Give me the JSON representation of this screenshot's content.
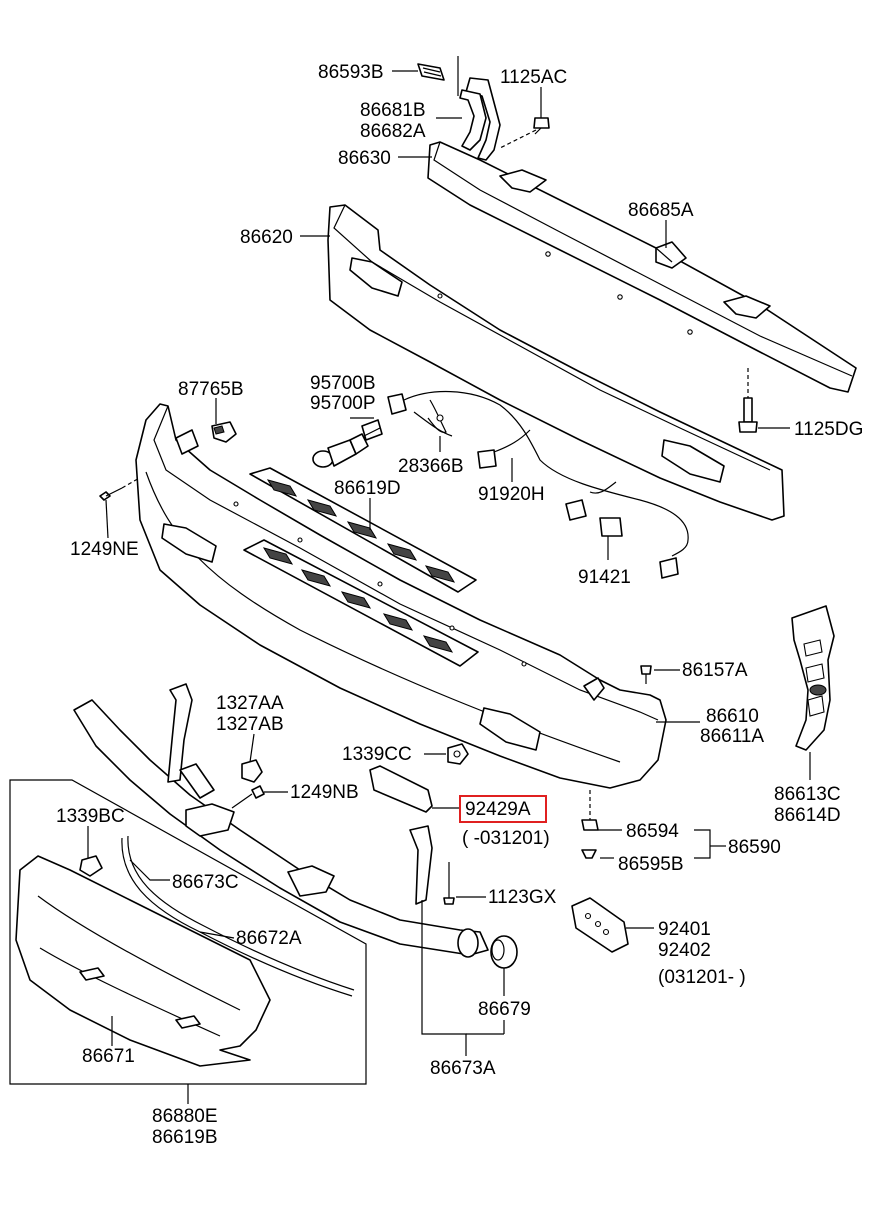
{
  "colors": {
    "highlight": "#e02020",
    "line": "#000000",
    "background": "#ffffff"
  },
  "labels": {
    "p86593B": "86593B",
    "p1125AC": "1125AC",
    "p86681B": "86681B",
    "p86682A": "86682A",
    "p86630": "86630",
    "p86685A": "86685A",
    "p86620": "86620",
    "p95700B": "95700B",
    "p95700P": "95700P",
    "p87765B": "87765B",
    "p1125DG": "1125DG",
    "p28366B": "28366B",
    "p86619D": "86619D",
    "p91920H": "91920H",
    "p1249NE": "1249NE",
    "p91421": "91421",
    "p86157A": "86157A",
    "p1327AA": "1327AA",
    "p1327AB": "1327AB",
    "p86610": "86610",
    "p86611A": "86611A",
    "p1339CC": "1339CC",
    "p86613C": "86613C",
    "p86614D": "86614D",
    "p1249NB": "1249NB",
    "p92429A": "92429A",
    "p92429A_note": "( -031201)",
    "p1339BC": "1339BC",
    "p86594": "86594",
    "p86590": "86590",
    "p86595B": "86595B",
    "p86673C": "86673C",
    "p1123GX": "1123GX",
    "p92401": "92401",
    "p92402": "92402",
    "p92401_note": "(031201- )",
    "p86672A": "86672A",
    "p86679": "86679",
    "p86671": "86671",
    "p86673A": "86673A",
    "p86880E": "86880E",
    "p86619B": "86619B"
  }
}
